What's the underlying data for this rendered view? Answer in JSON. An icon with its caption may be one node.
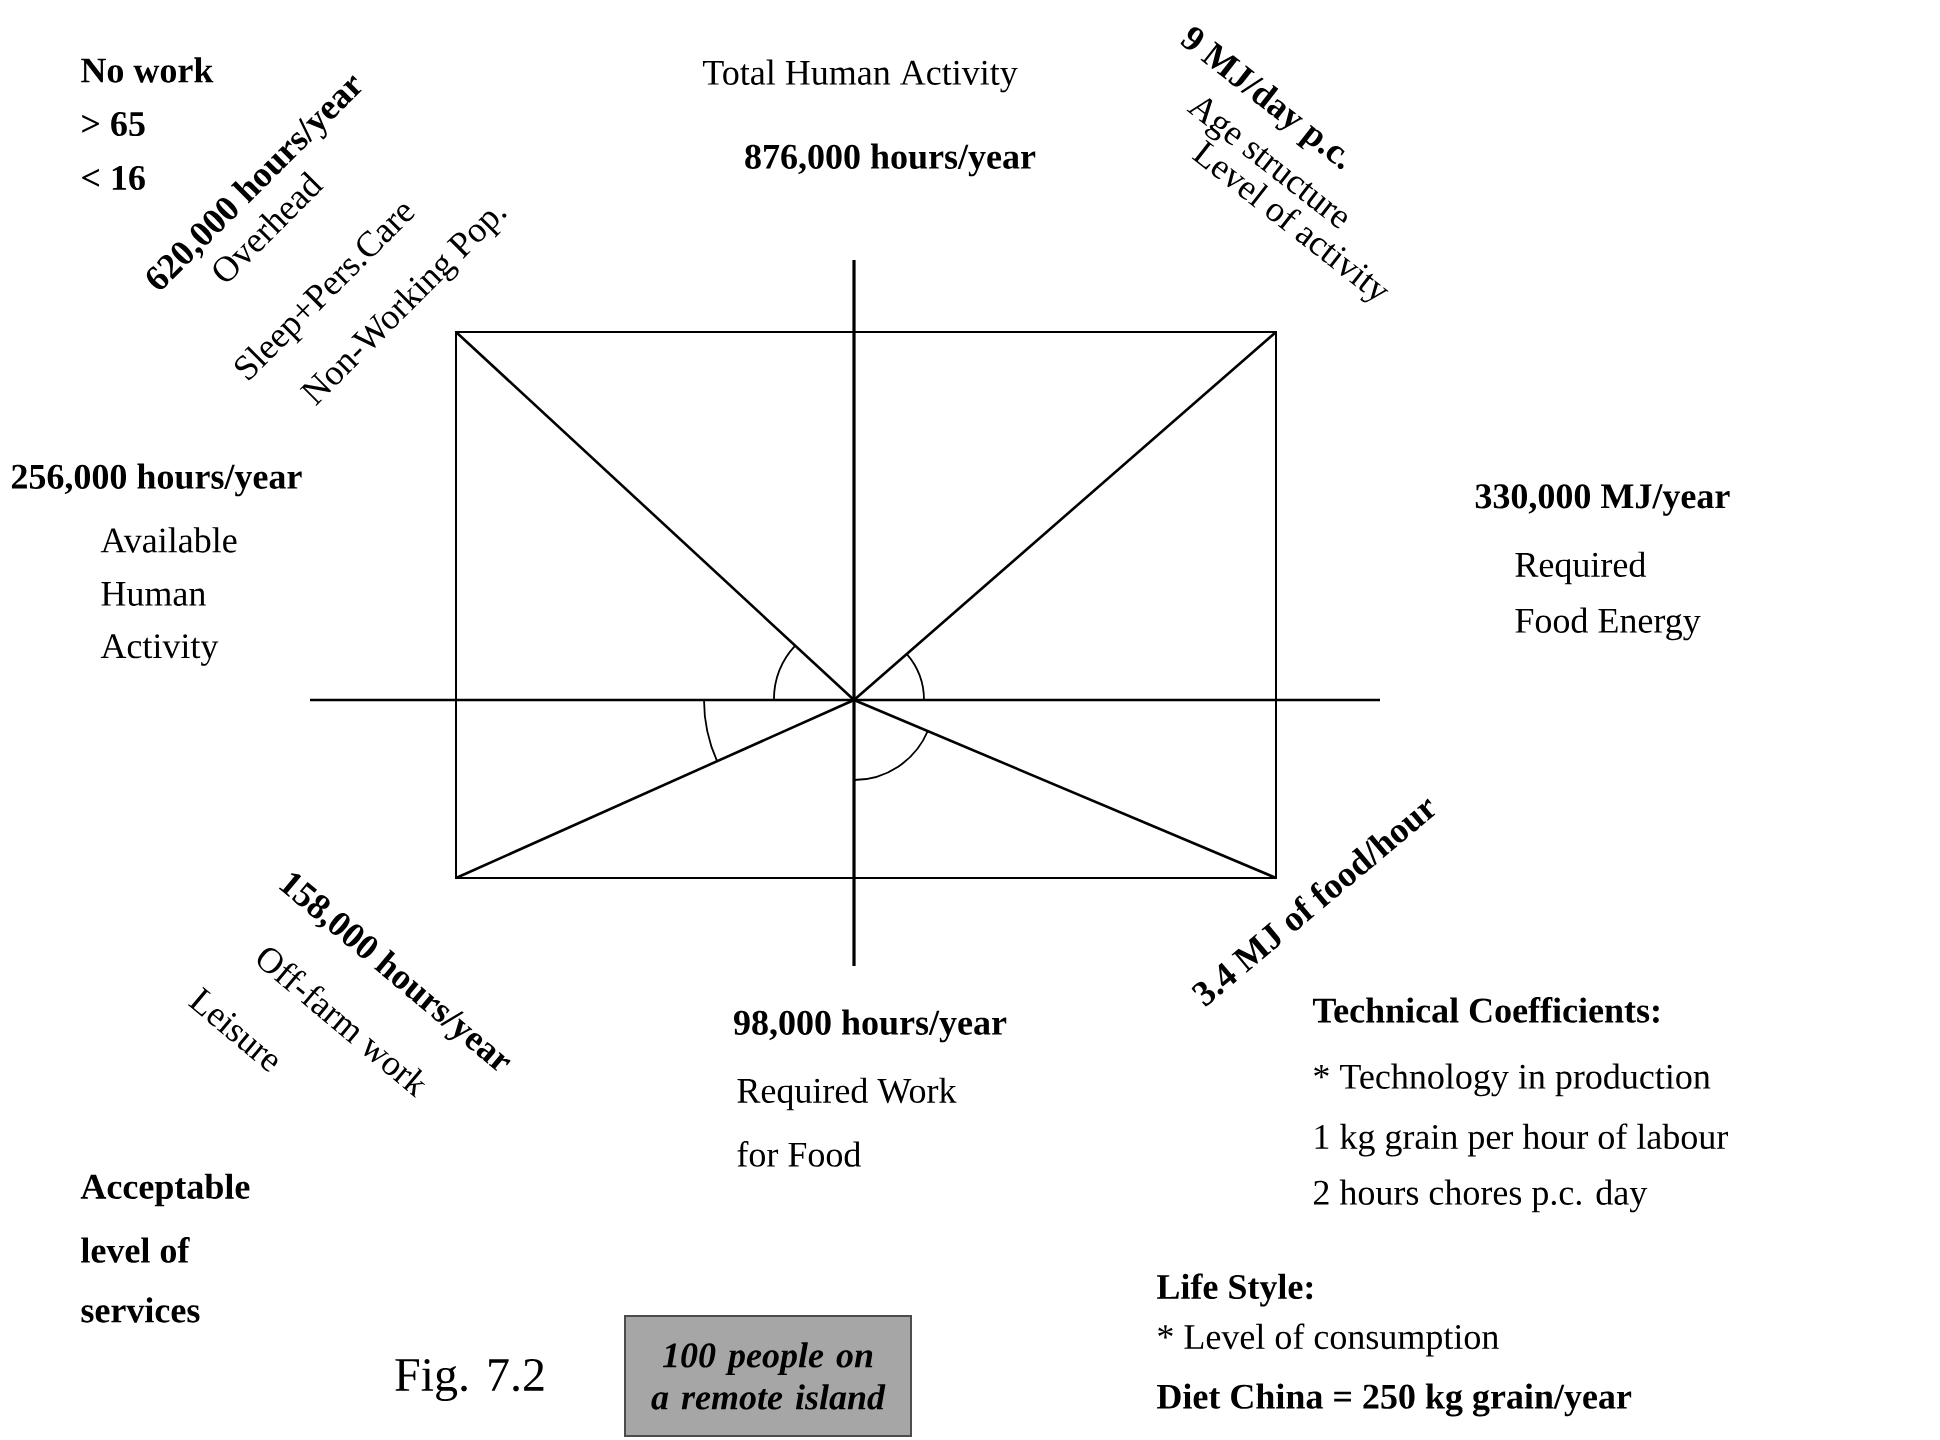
{
  "diagram": {
    "caption": "Fig. 7.2",
    "nodes": [
      {
        "text": [
          "100 people on a remote island"
        ]
      }
    ],
    "labels": [
      "No work",
      "> 65",
      "< 16",
      "620,000 hours/year",
      "Overhead",
      "Sleep+Pers.Care",
      "Non-Working Pop.",
      "Total Human Activity",
      "876,000 hours/year",
      "9 MJ/day p.c.",
      "Age structure",
      "Level of activity",
      "256,000 hours/year",
      "Available",
      "Human",
      "Activity",
      "330,000 MJ/year",
      "Required",
      "Food Energy",
      "158,000 hours/year",
      "Off-farm work",
      "Leisure",
      "98,000 hours/year",
      "Required Work",
      "for Food",
      "3.4 MJ of food/hour",
      "Technical Coefficients:",
      "* Technology in production",
      "1 kg grain per hour of labour",
      "Acceptable",
      "2 hours chores p.c. day",
      "level of",
      "Life Style:",
      "services",
      "* Level of consumption",
      "Diet China = 250 kg grain/year"
    ]
  }
}
